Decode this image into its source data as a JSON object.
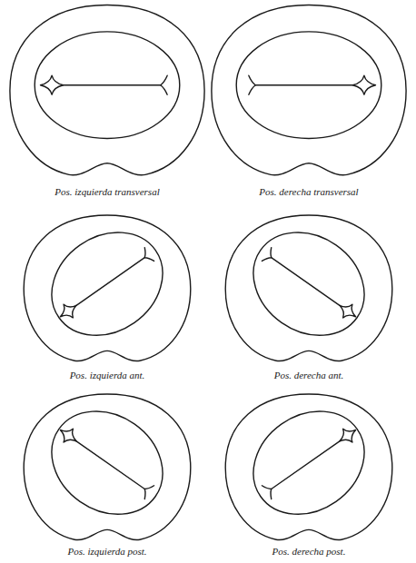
{
  "diagram": {
    "labels": [
      "Pos. izquierda transversal",
      "Pos. derecha transversal",
      "Pos. izquierda ant.",
      "Pos. derecha ant.",
      "Pos. izquierda post.",
      "Pos. derecha post."
    ]
  }
}
